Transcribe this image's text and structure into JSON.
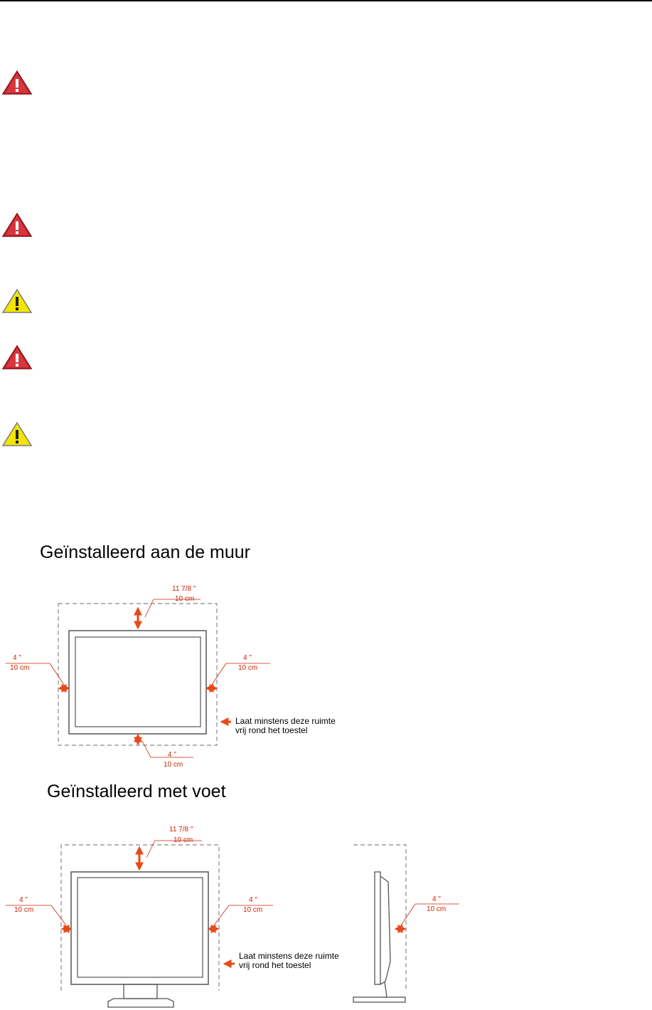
{
  "icons": [
    {
      "name": "caution-red",
      "color": "#c8252c"
    },
    {
      "name": "caution-red",
      "color": "#c8252c"
    },
    {
      "name": "caution-yellow",
      "color": "#f2e600"
    },
    {
      "name": "caution-red",
      "color": "#c8252c"
    },
    {
      "name": "caution-yellow",
      "color": "#f2e600"
    }
  ],
  "colors": {
    "dimension": "#cc2200",
    "arrow": "#e64a19",
    "outline": "#555555",
    "clearance": "#888888"
  },
  "wall": {
    "title": "Geïnstalleerd aan de muur",
    "top_dim": {
      "imperial": "11 7/8 \"",
      "metric": "10 cm"
    },
    "left_dim": {
      "imperial": "4 \"",
      "metric": "10 cm"
    },
    "right_dim": {
      "imperial": "4 \"",
      "metric": "10 cm"
    },
    "bottom_dim": {
      "imperial": "4 \"",
      "metric": "10 cm"
    },
    "note_line1": "Laat minstens deze ruimte",
    "note_line2": "vrij rond het toestel"
  },
  "stand": {
    "title": "Geïnstalleerd met voet",
    "top_dim": {
      "imperial": "11 7/8 \"",
      "metric": "10 cm"
    },
    "left_dim": {
      "imperial": "4 \"",
      "metric": "10 cm"
    },
    "right_dim": {
      "imperial": "4 \"",
      "metric": "10 cm"
    },
    "side_dim": {
      "imperial": "4 \"",
      "metric": "10 cm"
    },
    "note_line1": "Laat minstens deze ruimte",
    "note_line2": "vrij rond het toestel"
  }
}
